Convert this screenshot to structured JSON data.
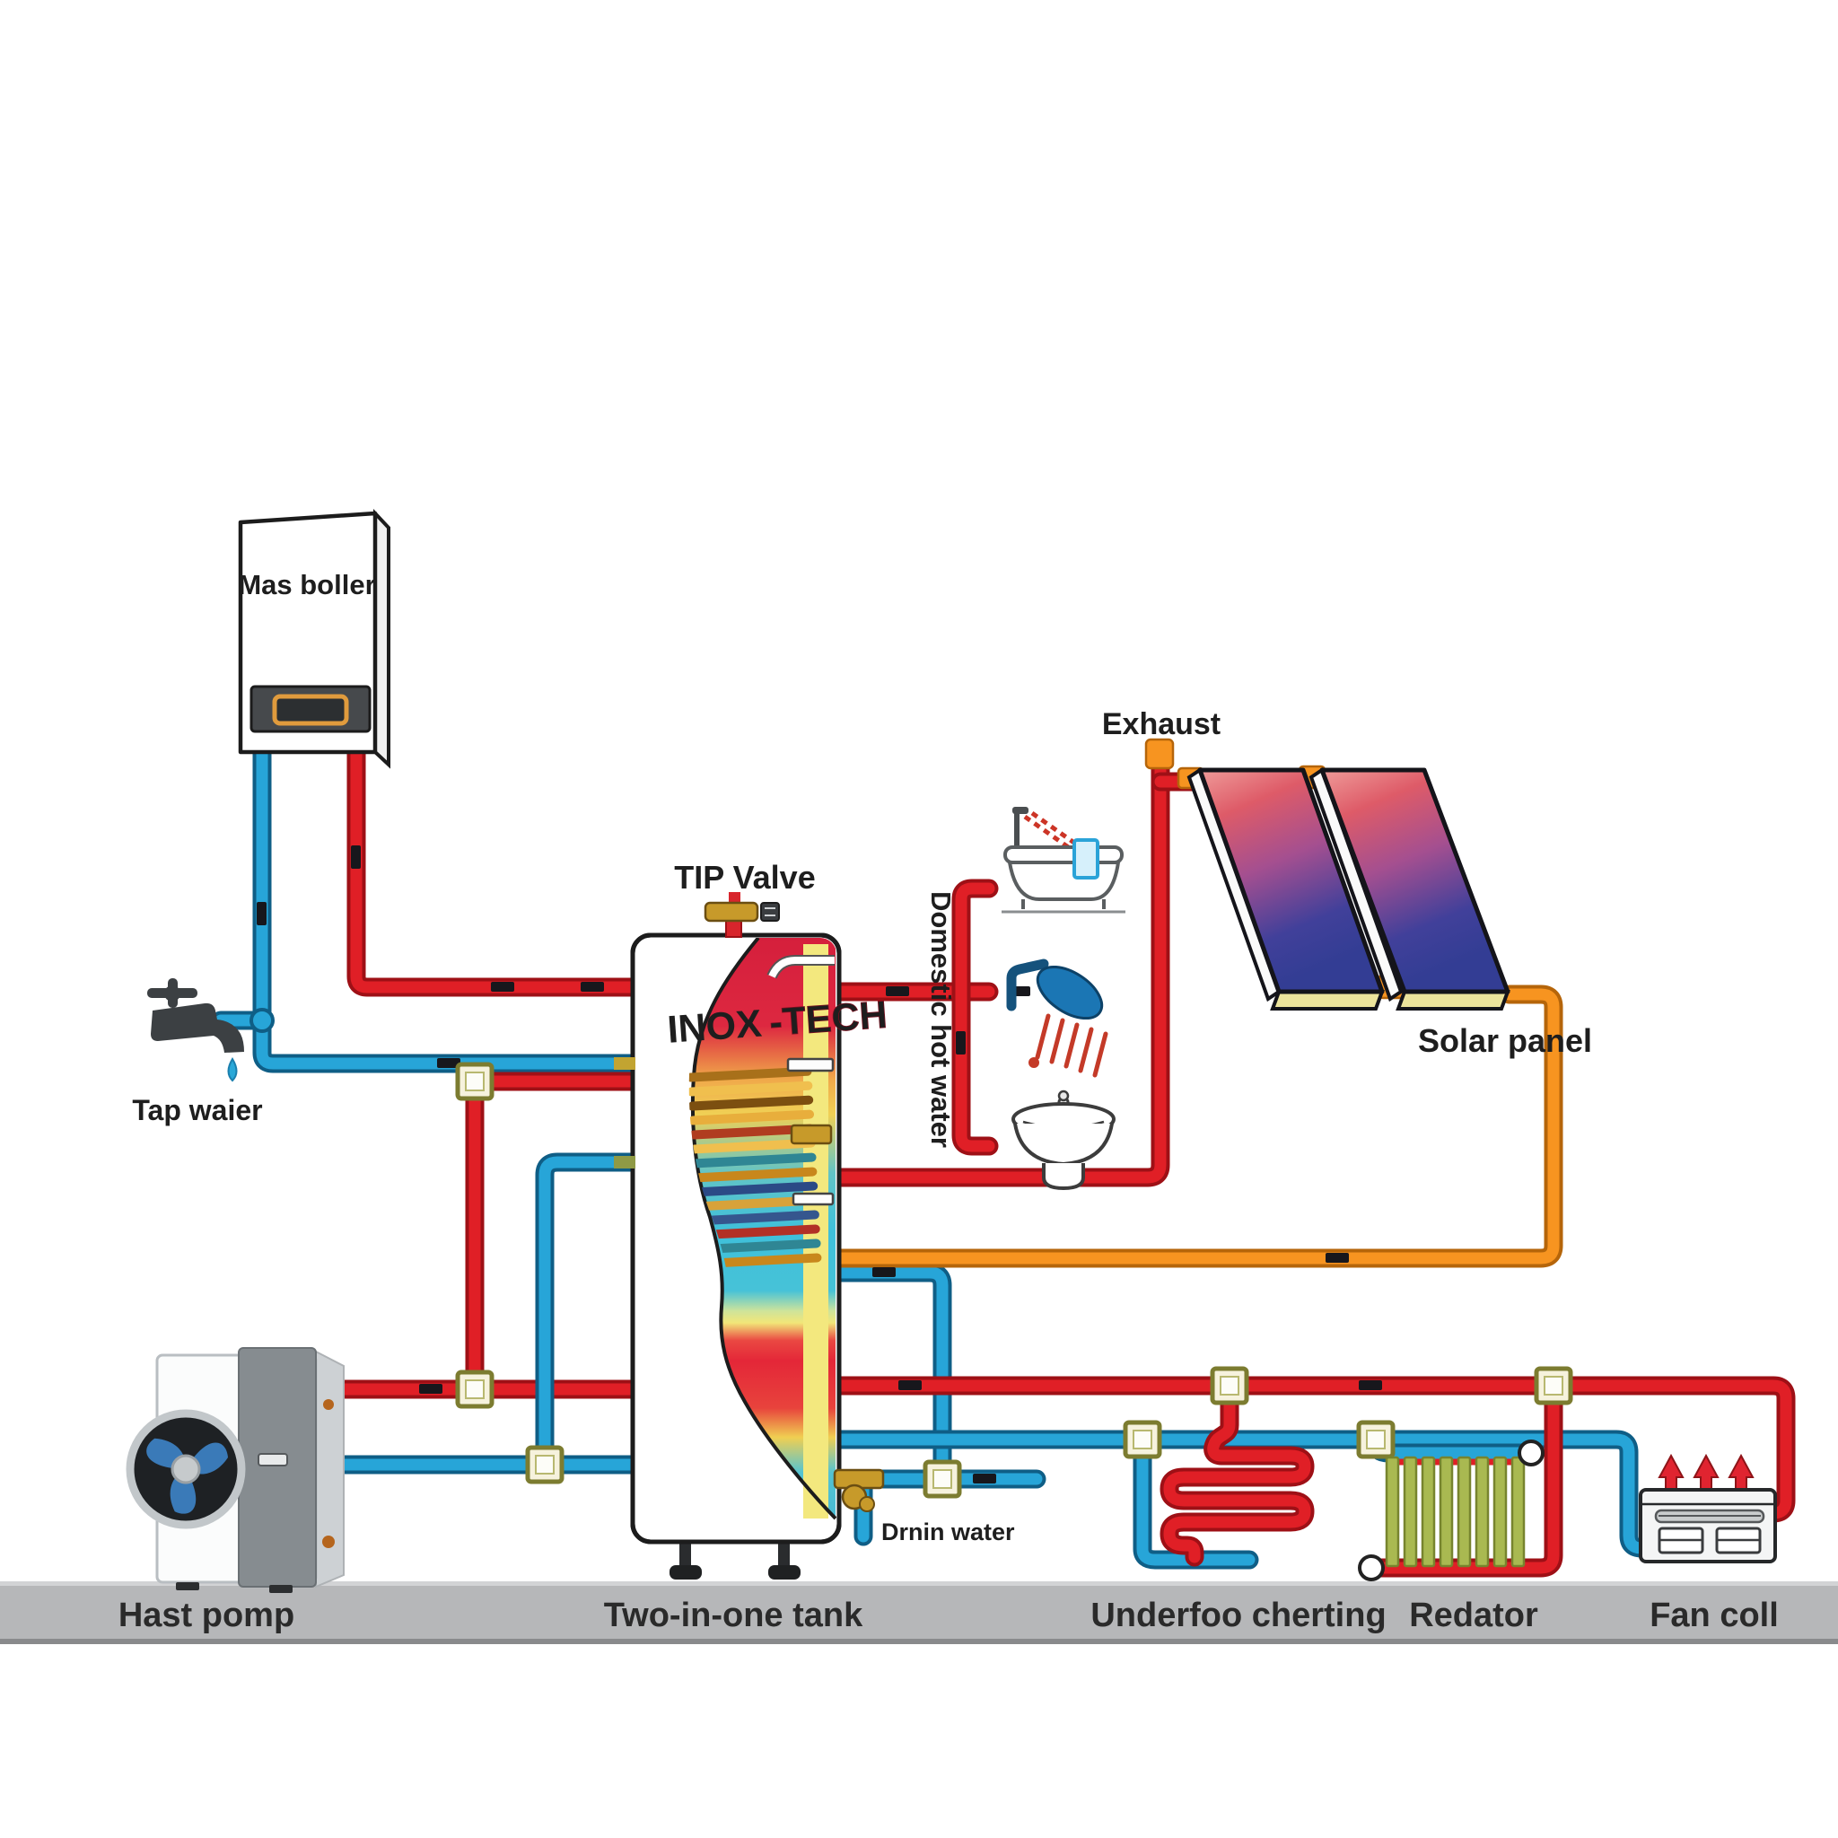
{
  "labels": {
    "boiler": "Mas boller",
    "tap_water": "Tap waier",
    "tip_valve": "TIP Valve",
    "brand_inox": "INOX",
    "brand_tech": "-TECH",
    "domestic_hot_water": "Domestic hot water",
    "exhaust": "Exhaust",
    "solar_panel": "Solar panel",
    "drain_water": "Drnin water",
    "heat_pump": "Hast pomp",
    "tank": "Two-in-one tank",
    "underfloor_heating": "Underfoo cherting",
    "radiator": "Redator",
    "fan_coil": "Fan coll"
  },
  "colors": {
    "hot_pipe": "#e01f26",
    "cold_pipe": "#27a5d8",
    "solar_pipe": "#f79420",
    "floor_band": "#b6b7b9",
    "radiator_fins": "#a9b951",
    "brass": "#c79a2a",
    "tank_hot": "#d51f3c",
    "tank_cold": "#3fc0da",
    "panel_gradient_top": "#ef9b99",
    "panel_gradient_bottom": "#333d94"
  }
}
